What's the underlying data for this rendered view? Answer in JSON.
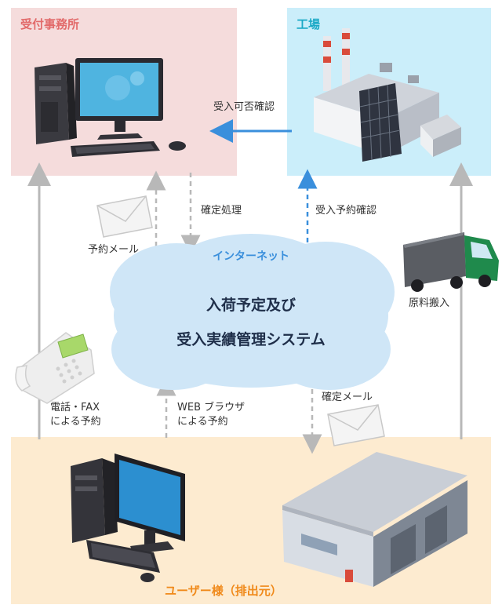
{
  "panels": {
    "reception": {
      "title": "受付事務所",
      "color": "#e26a6a"
    },
    "factory": {
      "title": "工場",
      "color": "#1ba9c6"
    },
    "user": {
      "title": "ユーザー様（排出元）",
      "color": "#f08a1b"
    }
  },
  "cloud": {
    "label": "インターネット",
    "system_line1": "入荷予定及び",
    "system_line2": "受入実績管理システム"
  },
  "labels": {
    "acceptance_check": "受入可否確認",
    "confirm_process": "確定処理",
    "booking_check": "受入予約確認",
    "booking_mail": "予約メール",
    "material_delivery": "原料搬入",
    "phone_fax_line1": "電話・FAX",
    "phone_fax_line2": "による予約",
    "web_line1": "WEB ブラウザ",
    "web_line2": "による予約",
    "confirm_mail": "確定メール"
  },
  "colors": {
    "reception_bg": "#f5dcdc",
    "factory_bg": "#cbeefa",
    "user_bg": "#fdebd0",
    "cloud": "#cfe6f7",
    "arrow_gray": "#b8b8b8",
    "arrow_blue": "#3a8fdc"
  }
}
